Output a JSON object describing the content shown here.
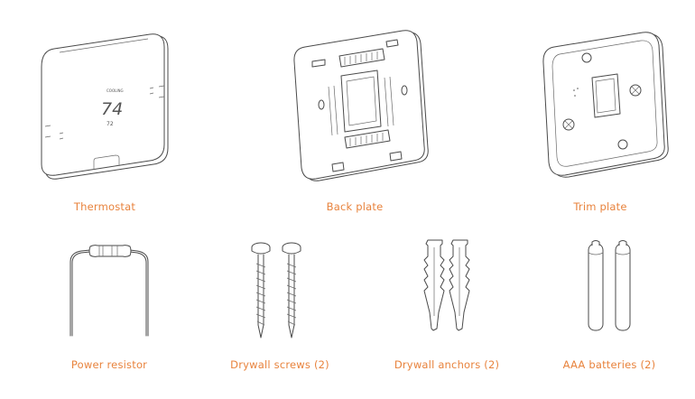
{
  "items": [
    {
      "label": "Thermostat",
      "icon": "thermostat-illustration"
    },
    {
      "label": "Back plate",
      "icon": "back-plate-illustration"
    },
    {
      "label": "Trim plate",
      "icon": "trim-plate-illustration"
    },
    {
      "label": "Power resistor",
      "icon": "power-resistor-illustration"
    },
    {
      "label": "Drywall screws (2)",
      "icon": "drywall-screws-illustration"
    },
    {
      "label": "Drywall anchors (2)",
      "icon": "drywall-anchors-illustration"
    },
    {
      "label": "AAA batteries (2)",
      "icon": "aaa-batteries-illustration"
    }
  ],
  "thermostat_display": {
    "mode": "COOLING",
    "current": "74",
    "setpoint": "72"
  },
  "colors": {
    "label": "#e8833d",
    "line": "#4a4a4a"
  }
}
